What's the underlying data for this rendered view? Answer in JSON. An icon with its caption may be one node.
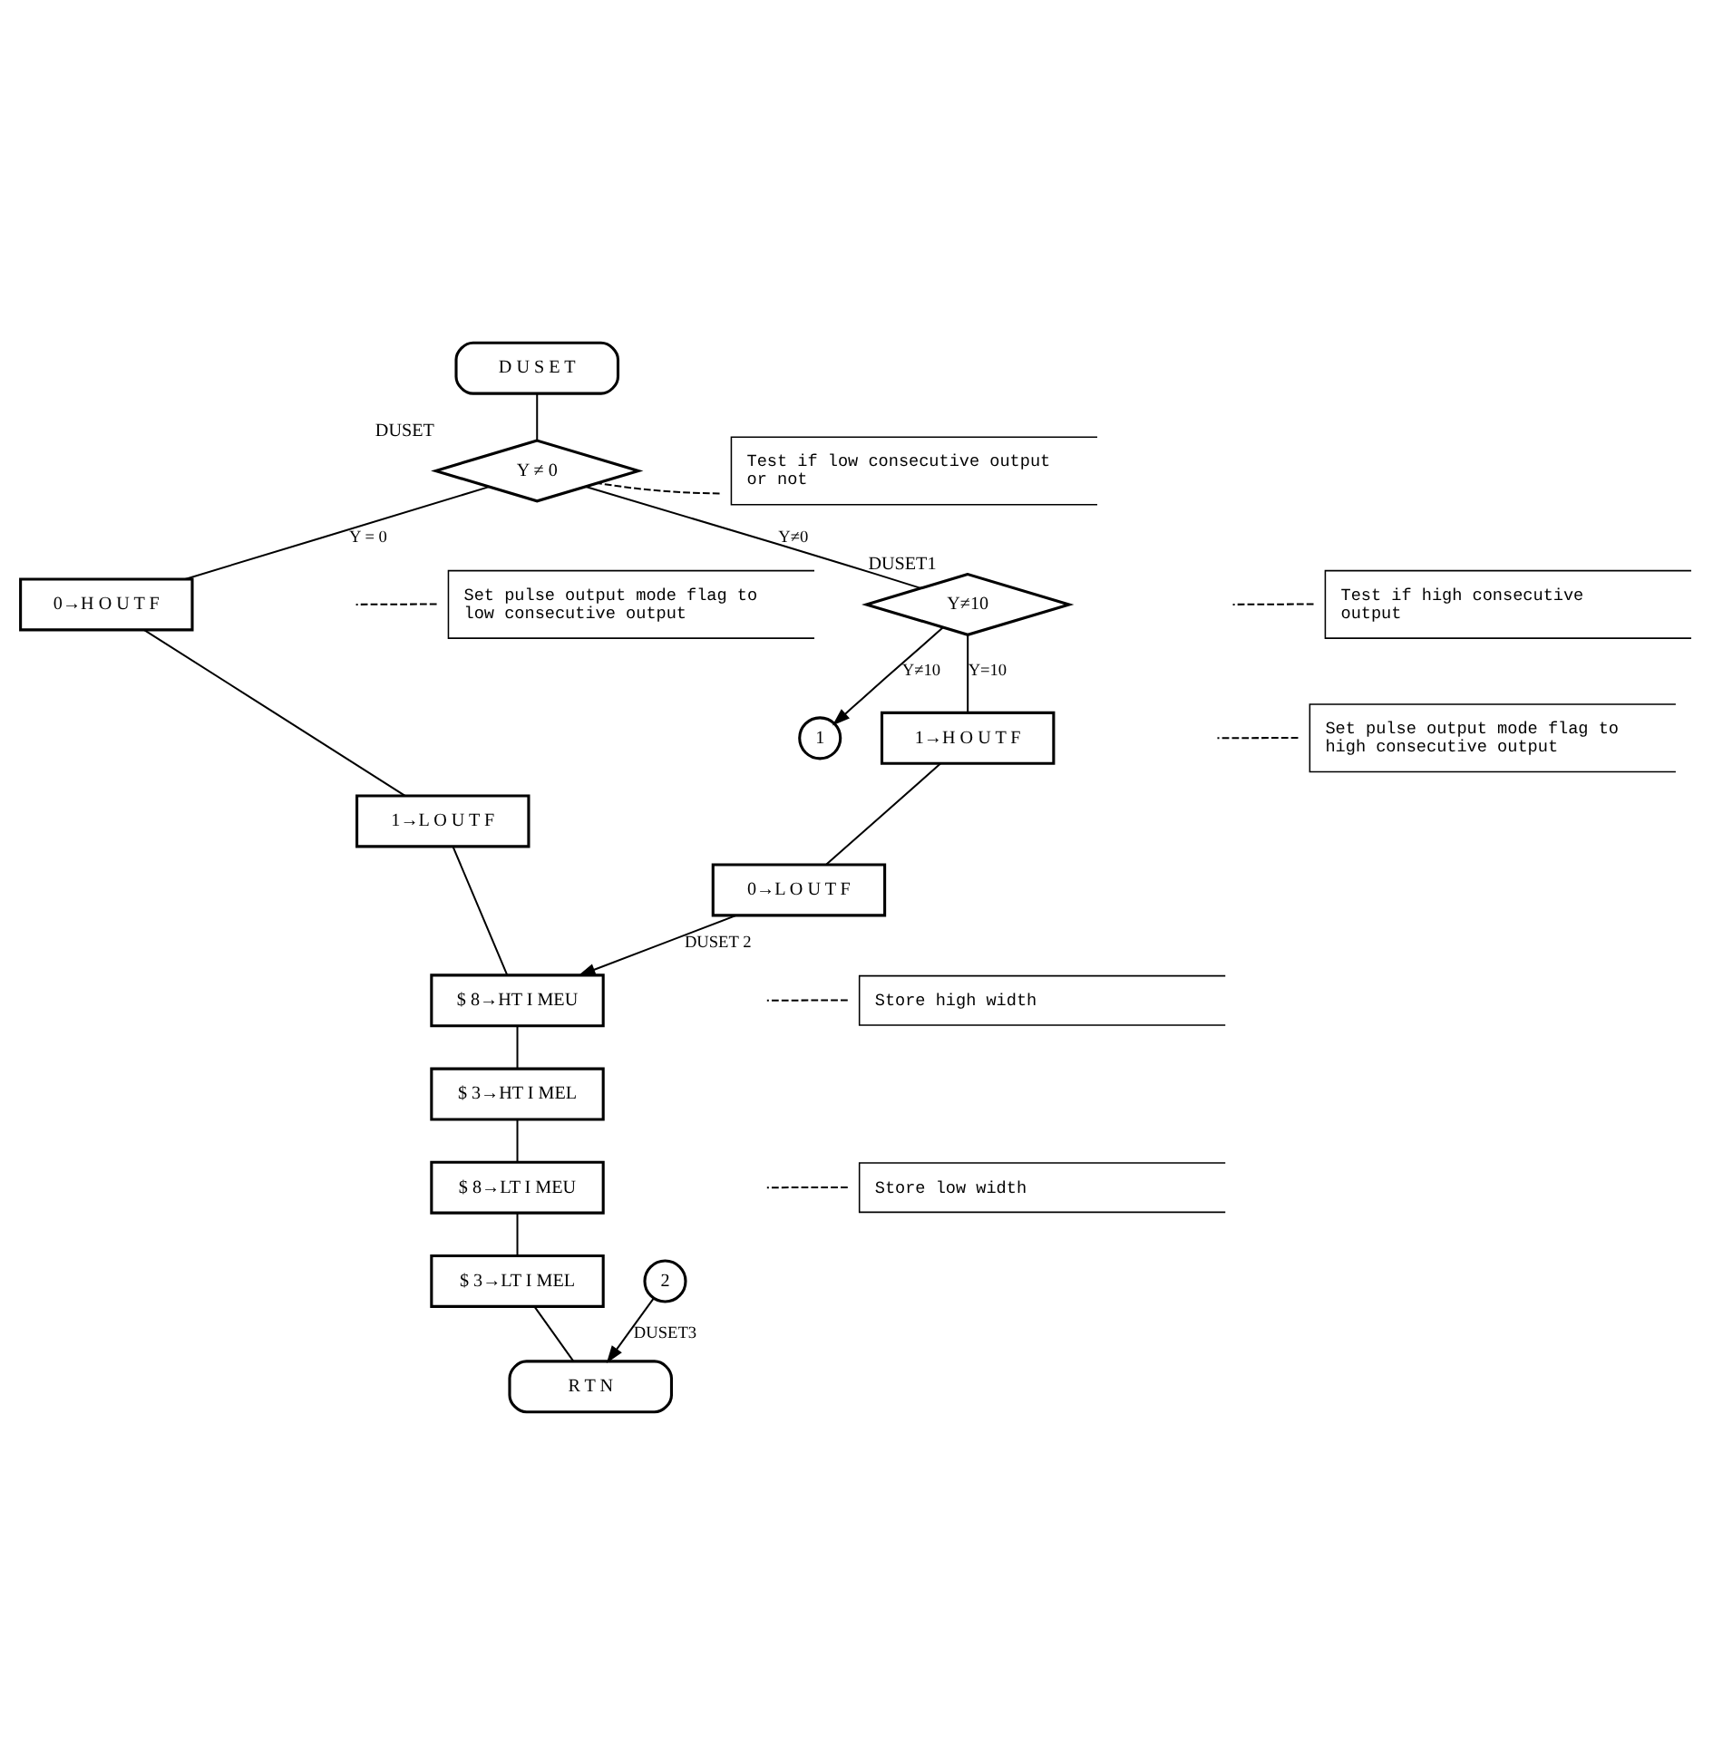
{
  "diagram": {
    "nodes": [
      {
        "text": [
          "D U S E T"
        ]
      },
      {
        "text": [
          "Y ≠ 0"
        ],
        "beside": [
          "DUSET"
        ]
      },
      {
        "text": [
          "0→H O U T F"
        ]
      },
      {
        "text": [
          "1→L O U T F"
        ]
      },
      {
        "text": [
          "Y≠10"
        ],
        "beside": [
          "DUSET1"
        ]
      },
      {
        "text": [
          "1"
        ]
      },
      {
        "text": [
          "1→H O U T F"
        ]
      },
      {
        "text": [
          "0→L O U T F"
        ]
      },
      {
        "text": [
          "$ 8→HT I MEU"
        ]
      },
      {
        "text": [
          "$ 3→HT I MEL"
        ]
      },
      {
        "text": [
          "$ 8→LT I MEU"
        ]
      },
      {
        "text": [
          "$ 3→LT I MEL"
        ]
      },
      {
        "text": [
          "2"
        ]
      },
      {
        "text": [
          "R T N"
        ]
      },
      {
        "text": [
          "Test if low consecutive output or not"
        ]
      },
      {
        "text": [
          "Set pulse output mode flag to low consecutive output"
        ]
      },
      {
        "text": [
          "Test if high consecutive output"
        ]
      },
      {
        "text": [
          "Set pulse output mode flag to high consecutive output"
        ]
      },
      {
        "text": [
          "Store high width"
        ]
      },
      {
        "text": [
          "Store low width"
        ]
      }
    ],
    "edges": [
      {
        "from": 0,
        "to": 1,
        "arrow": "none"
      },
      {
        "from": 1,
        "to": 2,
        "label": "Y = 0",
        "arrow": "none"
      },
      {
        "from": 2,
        "to": 3,
        "arrow": "none"
      },
      {
        "from": 1,
        "to": 4,
        "label": "Y≠0",
        "arrow": "none"
      },
      {
        "from": 4,
        "to": 5,
        "label": "Y≠10",
        "arrow": "to"
      },
      {
        "from": 4,
        "to": 6,
        "label": "Y=10",
        "arrow": "none"
      },
      {
        "from": 6,
        "to": 7,
        "arrow": "none"
      },
      {
        "from": 3,
        "to": 8,
        "arrow": "none"
      },
      {
        "from": 7,
        "to": 8,
        "label": "DUSET 2",
        "arrow": "to"
      },
      {
        "from": 8,
        "to": 9,
        "arrow": "none"
      },
      {
        "from": 9,
        "to": 10,
        "arrow": "none"
      },
      {
        "from": 10,
        "to": 11,
        "arrow": "none"
      },
      {
        "from": 11,
        "to": 13,
        "arrow": "none"
      },
      {
        "from": 12,
        "to": 13,
        "label": "DUSET3",
        "arrow": "to"
      },
      {
        "from": 14,
        "to": 1,
        "arrow": "none",
        "style": "dashed"
      },
      {
        "from": 15,
        "to": null,
        "arrow": "none",
        "style": "dashed"
      },
      {
        "from": 16,
        "to": null,
        "arrow": "none",
        "style": "dashed"
      },
      {
        "from": 17,
        "to": null,
        "arrow": "none",
        "style": "dashed"
      },
      {
        "from": 18,
        "to": null,
        "arrow": "none",
        "style": "dashed"
      },
      {
        "from": 19,
        "to": null,
        "arrow": "none",
        "style": "dashed"
      }
    ]
  }
}
